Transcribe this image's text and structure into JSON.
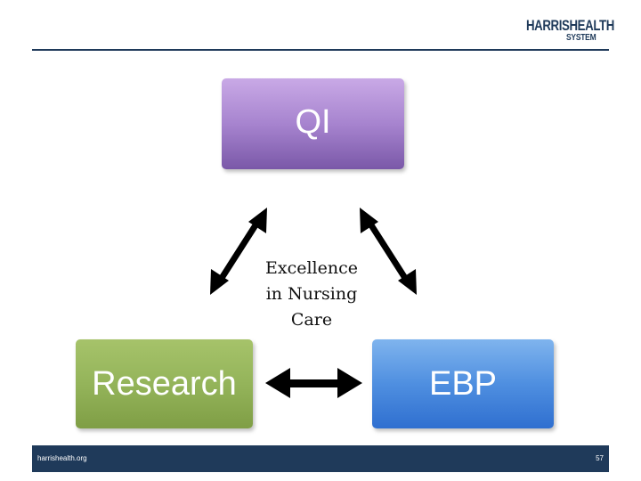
{
  "logo": {
    "brand_part1": "HARRIS",
    "brand_part2": "HEALTH",
    "brand_sub": "SYSTEM"
  },
  "diagram": {
    "top_node": "QI",
    "left_node": "Research",
    "right_node": "EBP",
    "center_lines": [
      "Excellence",
      "in Nursing",
      "Care"
    ]
  },
  "footer": {
    "website": "harrishealth.org",
    "page_number": "57"
  },
  "colors": {
    "navy": "#1f3a5a",
    "qi_purple": "#a784cf",
    "research_green": "#94b45a",
    "ebp_blue": "#4f8fe0"
  }
}
